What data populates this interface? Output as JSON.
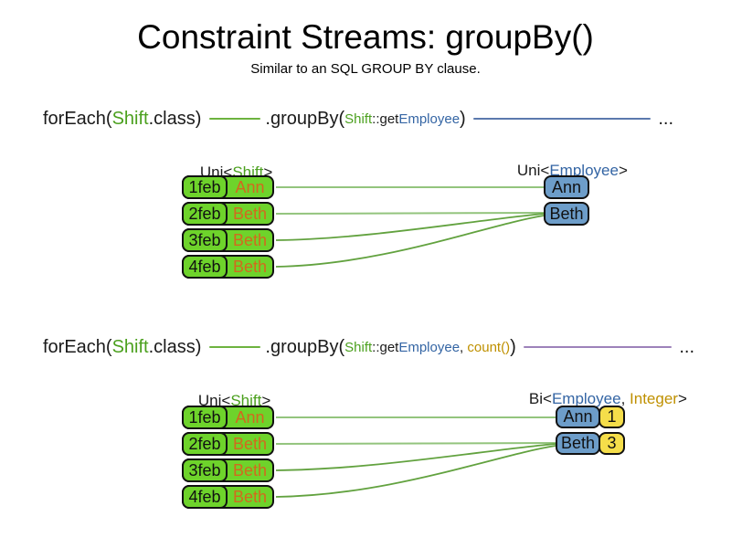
{
  "title": "Constraint Streams: groupBy()",
  "subtitle": "Similar to an SQL GROUP BY clause.",
  "colors": {
    "code_green_text": "#4ba01e",
    "code_blue_text": "#3465a4",
    "code_gold_text": "#bf9000",
    "row_orange_text": "#d2691e",
    "shift_box_fill": "#6ed32b",
    "employee_box_fill": "#6d9dc9",
    "integer_box_fill": "#f5de4a",
    "link_light_green": "#93c47d",
    "link_dark_green": "#62a23f",
    "code_line_green": "#6db33f",
    "code_line_blue": "#5b79ad",
    "code_line_purple": "#9d82ba"
  },
  "section1": {
    "code": {
      "foreach": "forEach(",
      "shift": "Shift",
      "class_close": ".class)",
      "groupby": ".groupBy(",
      "arg_shift": "Shift",
      "arg_get": "::get",
      "arg_employee": "Employee",
      "close_paren": ")",
      "ellipsis": "..."
    },
    "source_label": {
      "prefix": "Uni<",
      "type": "Shift",
      "suffix": ">"
    },
    "result_label": {
      "prefix": "Uni<",
      "type": "Employee",
      "suffix": ">"
    },
    "rows": [
      {
        "date": "1feb",
        "name": "Ann"
      },
      {
        "date": "2feb",
        "name": "Beth"
      },
      {
        "date": "3feb",
        "name": "Beth"
      },
      {
        "date": "4feb",
        "name": "Beth"
      }
    ],
    "results": [
      {
        "name": "Ann"
      },
      {
        "name": "Beth"
      }
    ]
  },
  "section2": {
    "code": {
      "foreach": "forEach(",
      "shift": "Shift",
      "class_close": ".class)",
      "groupby": ".groupBy(",
      "arg_shift": "Shift",
      "arg_get": "::get",
      "arg_employee": "Employee",
      "comma": ", ",
      "count": "count()",
      "close_paren": ")",
      "ellipsis": "..."
    },
    "source_label": {
      "prefix": "Uni<",
      "type": "Shift",
      "suffix": ">"
    },
    "result_label": {
      "prefix": "Bi<",
      "type1": "Employee",
      "sep": ", ",
      "type2": "Integer",
      "suffix": ">"
    },
    "rows": [
      {
        "date": "1feb",
        "name": "Ann"
      },
      {
        "date": "2feb",
        "name": "Beth"
      },
      {
        "date": "3feb",
        "name": "Beth"
      },
      {
        "date": "4feb",
        "name": "Beth"
      }
    ],
    "results": [
      {
        "name": "Ann",
        "count": "1"
      },
      {
        "name": "Beth",
        "count": "3"
      }
    ]
  }
}
